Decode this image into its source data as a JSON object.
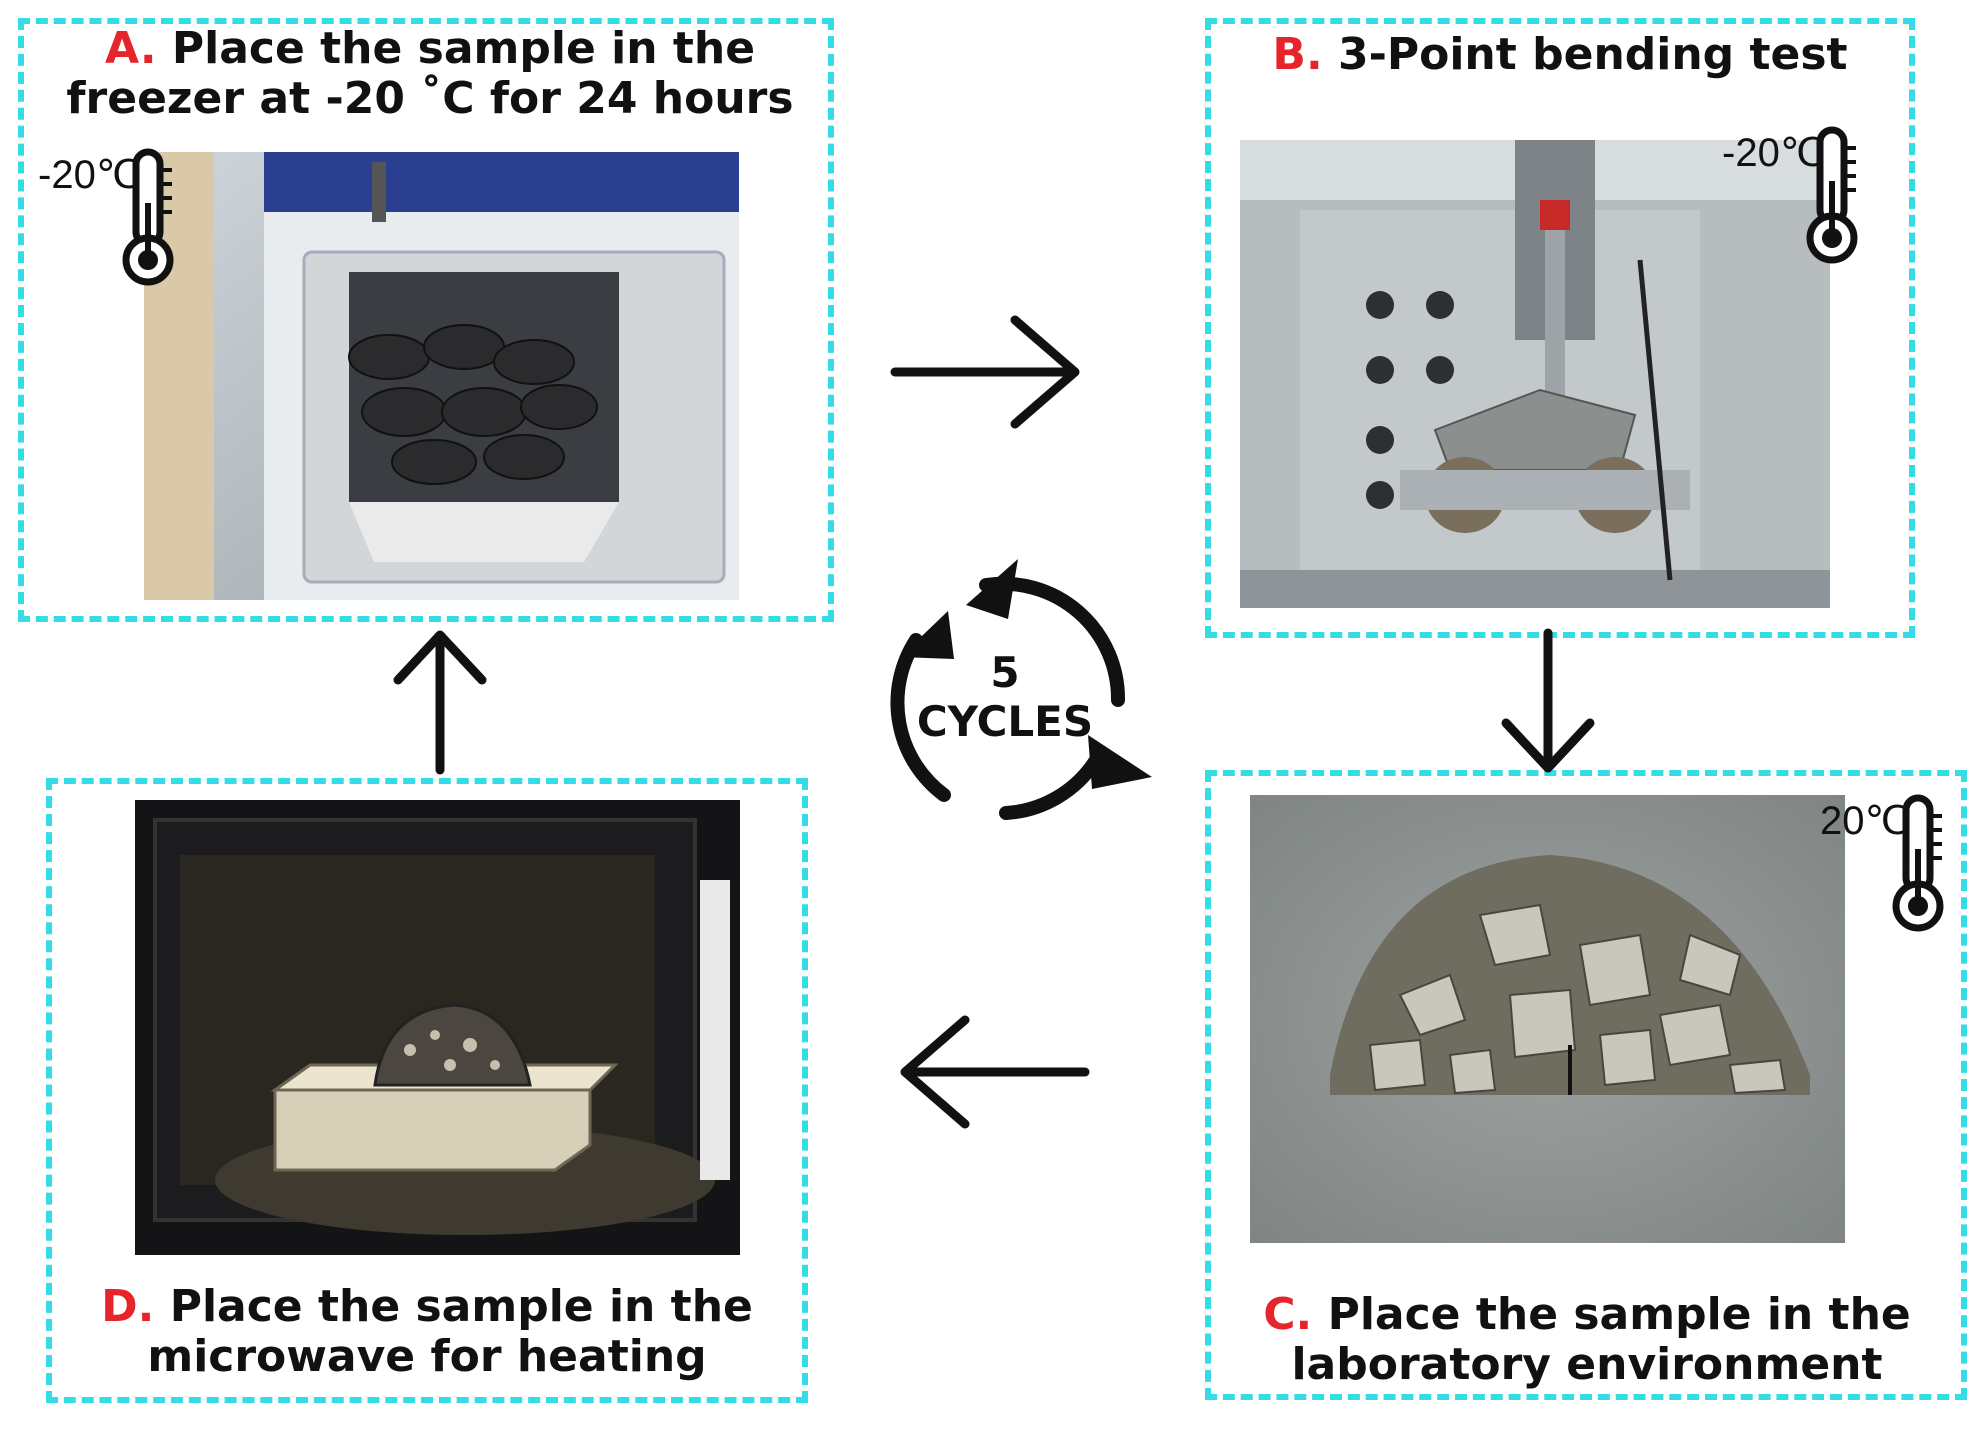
{
  "panels": {
    "a": {
      "letter": "A.",
      "line1": "Place the sample in the",
      "line2": "freezer at -20 ˚C for 24 hours",
      "temperature": "-20℃",
      "photo": "freezer-photo"
    },
    "b": {
      "letter": "B.",
      "line1": "3-Point bending test",
      "temperature": "-20℃",
      "photo": "bending-test-photo"
    },
    "c": {
      "letter": "C.",
      "line1": "Place the sample in the",
      "line2": "laboratory environment",
      "temperature": "20℃",
      "photo": "sample-photo"
    },
    "d": {
      "letter": "D.",
      "line1": "Place the sample in the",
      "line2": "microwave for heating",
      "photo": "microwave-photo"
    }
  },
  "cycle": {
    "count": "5",
    "label": "CYCLES"
  },
  "icons": [
    "thermometer-icon",
    "arrow-right-icon",
    "arrow-down-icon",
    "arrow-left-icon",
    "arrow-up-icon",
    "cycle-arrows-icon"
  ],
  "colors": {
    "frame": "#35dbe6",
    "letter": "#e5242b",
    "text": "#111111"
  }
}
